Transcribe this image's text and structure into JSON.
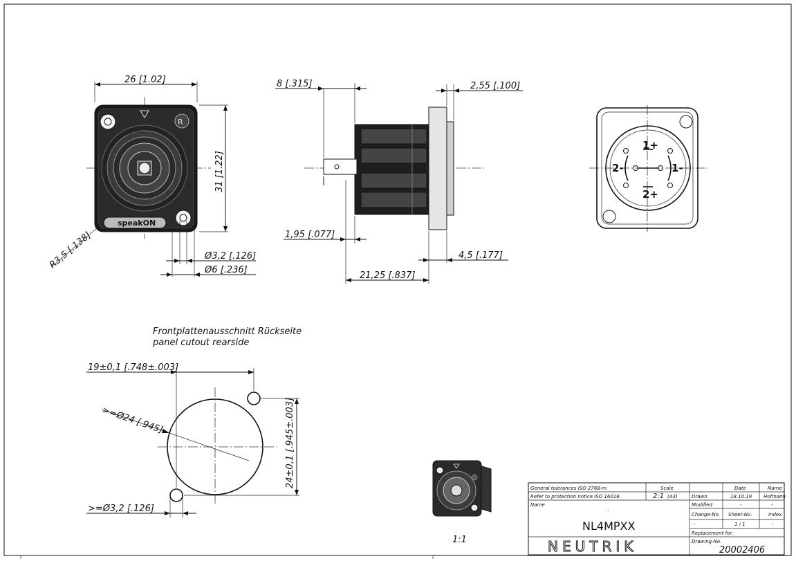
{
  "dimensions": {
    "width_26": "26 [1.02]",
    "height_31": "31 [1.22]",
    "radius": "R3,5 [.138]",
    "hole_dia": "Ø3,2 [.126]",
    "hole_dia6": "Ø6 [.236]",
    "depth_8": "8 [.315]",
    "flange_255": "2,55 [.100]",
    "pin_195": "1,95 [.077]",
    "flange_45": "4,5 [.177]",
    "length_2125": "21,25 [.837]",
    "cutout_19": "19±0,1 [.748±.003]",
    "cutout_dia24": ">=Ø24 [.945]",
    "cutout_24v": "24±0,1 [.945±.003]",
    "cutout_hole": ">=Ø3,2 [.126]"
  },
  "front_view": {
    "brand_label": "speakON"
  },
  "pin_labels": {
    "p1plus": "1+",
    "p1minus": "1-",
    "p2plus": "2+",
    "p2minus": "2-"
  },
  "cutout_title": {
    "line1": "Frontplattenausschnitt Rückseite",
    "line2": "panel cutout rearside"
  },
  "scale_note": "1:1",
  "title_block": {
    "tolerances": "General tolerances ISO 2768-m",
    "protection": "Refer to protection notice ISO 16016.",
    "scale_label": "Scale",
    "scale_value": "2:1",
    "sheet_size": "(A3)",
    "date_label": "Date",
    "name_label": "Name",
    "drawn_label": "Drawn",
    "drawn_date": "18.10.19",
    "drawn_name": "Hofmann",
    "modified_label": "Modified",
    "modified_date": "-",
    "modified_name": "-",
    "name_field_label": "Name",
    "name_field_value": "-",
    "change_label": "Change-No.",
    "sheet_label": "Sheet-No.",
    "index_label": "Index",
    "change_value": "-",
    "sheet_value": "1 / 1",
    "index_value": "-",
    "part_number": "NL4MPXX",
    "replacement_label": "Replacement for:",
    "drawing_label": "Drawing-No.",
    "drawing_number": "20002406",
    "company": "NEUTRIK"
  }
}
